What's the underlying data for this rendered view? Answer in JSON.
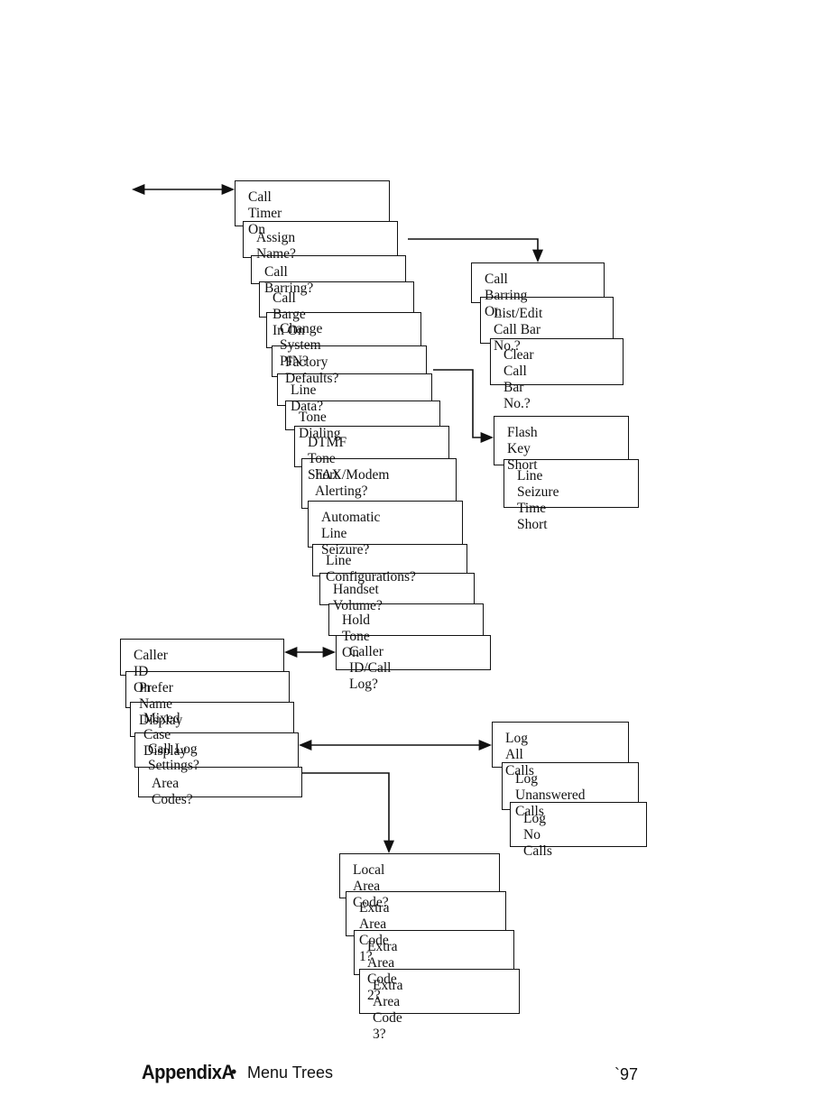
{
  "menus": {
    "main": [
      "Call Timer On",
      "Assign Name?",
      "Call Barring?",
      "Call Barge In On",
      "Change System PIN?",
      "Factory Defaults?",
      "Line Data?",
      "Tone Dialing",
      "DTMF Tone\nShort",
      "FAX/Modem\nAlerting?",
      "Automatic Line\nSeizure?",
      "Line Configurations?",
      "Handset Volume?",
      "Hold Tone On",
      "Caller ID/Call Log?"
    ],
    "call_barring": [
      "Call Barring On",
      "List/Edit Call Bar\nNo.?",
      "Clear Call Bar\nNo.?"
    ],
    "line_data": [
      "Flash Key\nShort",
      "Line Seizure\nTime Short"
    ],
    "caller_id": [
      "Caller ID On",
      "Prefer Name Display",
      "Mixed Case Display",
      "Call Log Settings?",
      "Area Codes?"
    ],
    "call_log_settings": [
      "Log All Calls",
      "Log Unanswered\nCalls",
      "Log No Calls"
    ],
    "area_codes": [
      "Local Area Code?",
      "Extra Area Code 1?",
      "Extra Area Code 2?",
      "Extra Area Code 3?"
    ]
  },
  "footer": {
    "appendix": "AppendixA",
    "bullet": "•",
    "title": "Menu Trees",
    "page": "`97"
  }
}
